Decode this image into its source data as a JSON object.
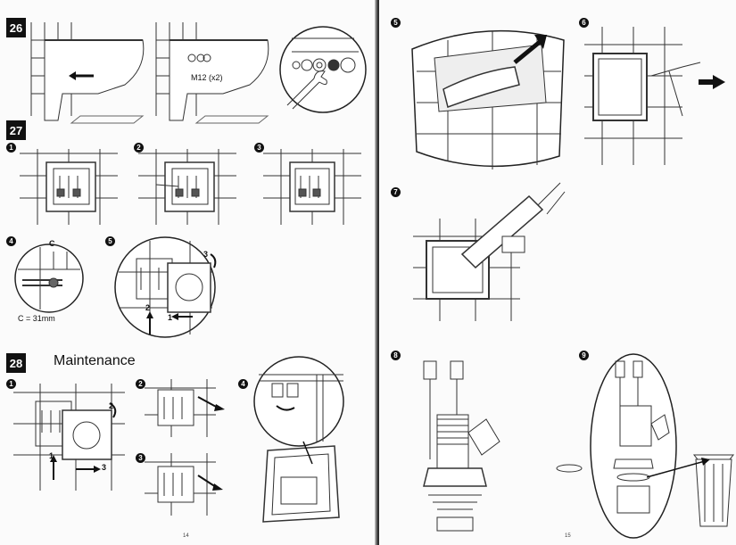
{
  "sections": {
    "s26": "26",
    "s27": "27",
    "s28": "28"
  },
  "maintenance_title": "Maintenance",
  "labels": {
    "m12": "M12 (x2)",
    "c_mark": "C",
    "c_value": "C = 31mm",
    "arrow_1": "1",
    "arrow_2": "2",
    "arrow_3": "3",
    "m_arrow_1": "1",
    "m_arrow_2": "2",
    "m_arrow_3": "3"
  },
  "steps_27": [
    "1",
    "2",
    "3",
    "4",
    "5"
  ],
  "steps_28": [
    "1",
    "2",
    "3",
    "4"
  ],
  "steps_right": [
    "5",
    "6",
    "7",
    "8",
    "9"
  ],
  "page_numbers": {
    "left": "14",
    "right": "15"
  }
}
